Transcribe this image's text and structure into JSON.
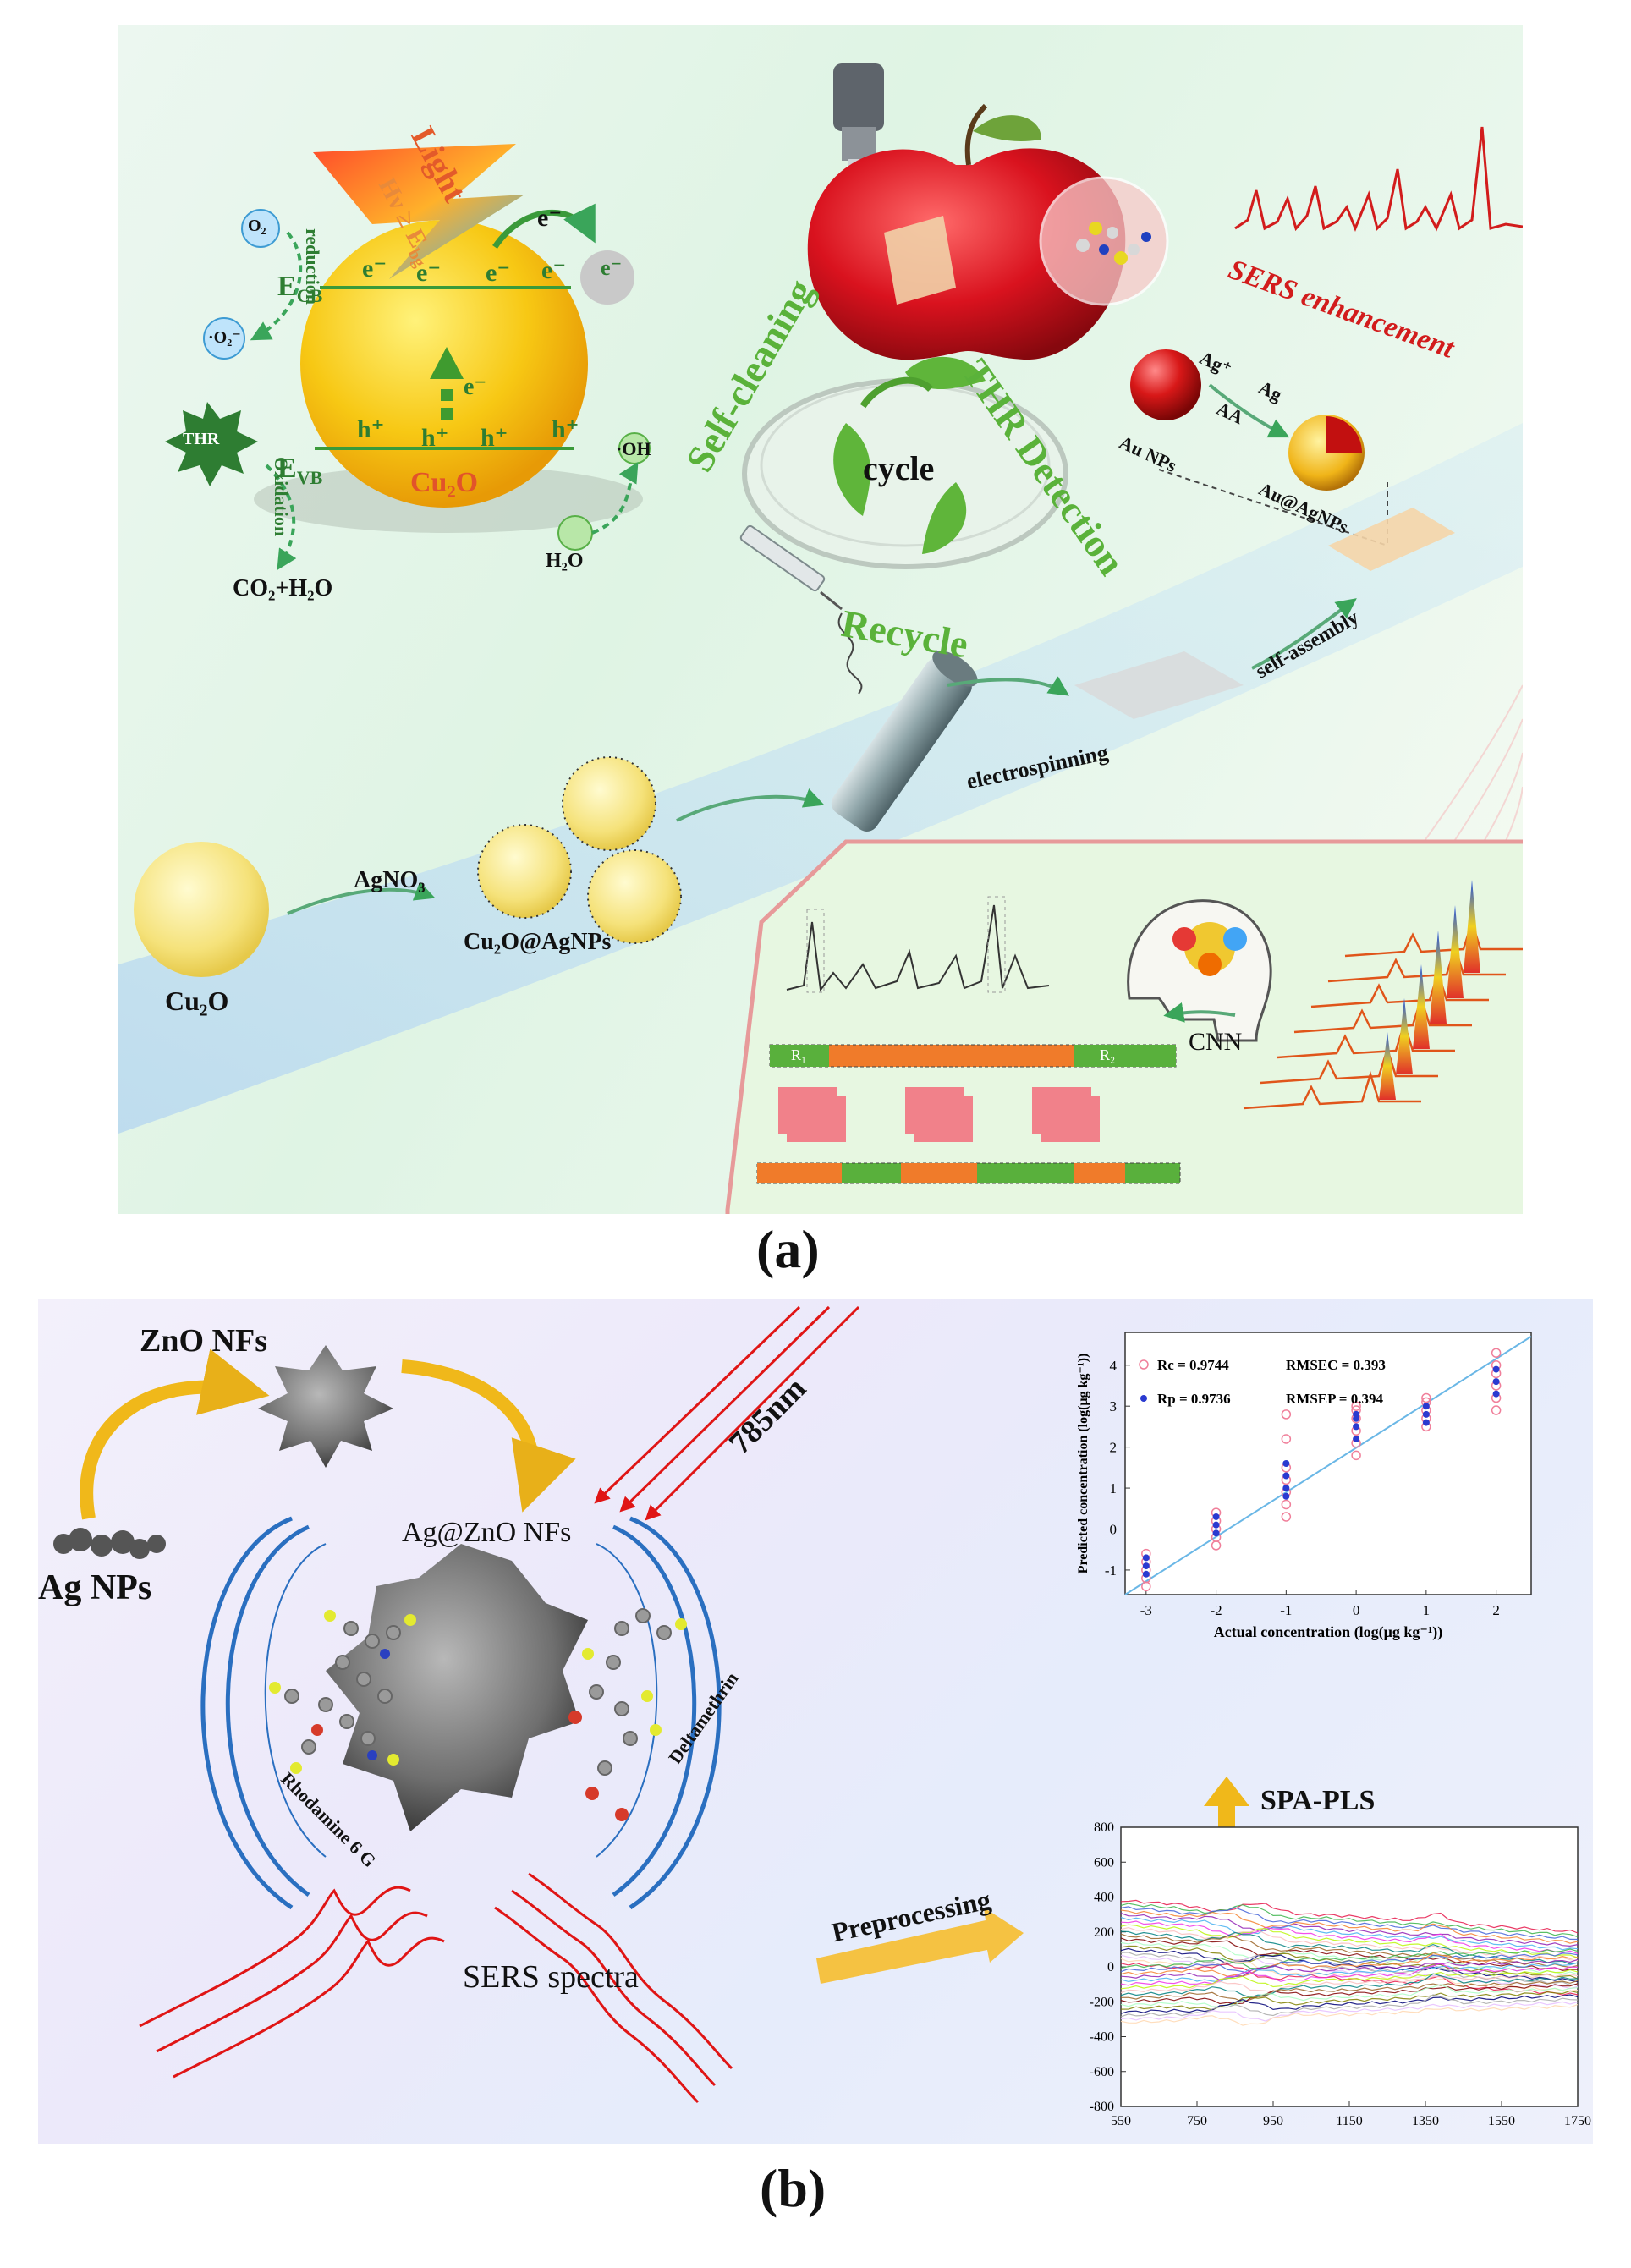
{
  "panel_a": {
    "light": "Light",
    "hv_eg": "Hν ≥ E",
    "hv_eg_sub": "bg",
    "electron_top": "e⁻",
    "o2": "O₂",
    "reduction": "reduction",
    "o2_radical": "·O₂⁻",
    "ecb": "E",
    "ecb_sub": "CB",
    "evb": "E",
    "evb_sub": "VB",
    "electron": "e⁻",
    "hole": "h⁺",
    "thr": "THR",
    "oxidation": "Oxidation",
    "co2_h2o": "CO₂+H₂O",
    "cu2o_center": "Cu₂O",
    "oh_radical": "·OH",
    "h2o": "H₂O",
    "self_cleaning": "Self-cleaning",
    "thr_detection": "THR Detection",
    "cycle": "cycle",
    "recycle": "Recycle",
    "sers_enhancement": "SERS enhancement",
    "ag_plus": "Ag⁺",
    "aa": "AA",
    "ag": "Ag",
    "au_nps": "Au NPs",
    "au_agnps": "Au@AgNPs",
    "self_assembly": "self-assembly",
    "electrospinning": "electrospinning",
    "agno3": "AgNO₃",
    "cu2o_agnps": "Cu₂O@AgNPs",
    "cu2o_bottom": "Cu₂O",
    "cnn": "CNN",
    "r1": "R₁",
    "r2": "R₂"
  },
  "caption_a": "(a)",
  "panel_b": {
    "zno_nfs": "ZnO NFs",
    "ag_nps": "Ag NPs",
    "ag_zno_nfs": "Ag@ZnO NFs",
    "wavelength": "785nm",
    "rhodamine": "Rhodamine 6 G",
    "deltamethrin": "Deltamethrin",
    "sers_spectra": "SERS spectra",
    "preprocessing": "Preprocessing",
    "spa_pls": "SPA-PLS"
  },
  "caption_b": "(b)",
  "chart_data": [
    {
      "type": "scatter",
      "xlabel": "Actual concentration (log(μg kg⁻¹))",
      "ylabel": "Predicted concentration (log(μg kg⁻¹))",
      "xlim": [
        -3.3,
        2.5
      ],
      "ylim": [
        -1.6,
        4.8
      ],
      "xticks": [
        "-3",
        "-2",
        "-1",
        "0",
        "1",
        "2"
      ],
      "yticks": [
        "-1",
        "0",
        "1",
        "2",
        "3",
        "4"
      ],
      "legend": [
        "Rc = 0.9744",
        "RMSEC = 0.393",
        "Rp = 0.9736",
        "RMSEP = 0.394"
      ],
      "series": [
        {
          "name": "Rc",
          "x": [
            -3,
            -3,
            -3,
            -3,
            -3,
            -2,
            -2,
            -2,
            -2,
            -2,
            -1,
            -1,
            -1,
            -1,
            -1,
            -1,
            -1,
            0,
            0,
            0,
            0,
            0,
            0,
            1,
            1,
            1,
            1,
            1,
            2,
            2,
            2,
            2,
            2,
            2
          ],
          "y": [
            -1.4,
            -1.2,
            -1.0,
            -0.8,
            -0.6,
            -0.4,
            -0.2,
            0.0,
            0.2,
            0.4,
            0.3,
            0.6,
            0.9,
            1.2,
            1.5,
            2.2,
            2.8,
            1.8,
            2.1,
            2.4,
            2.7,
            2.9,
            3.0,
            2.5,
            2.7,
            2.9,
            3.1,
            3.2,
            2.9,
            3.2,
            3.5,
            3.8,
            4.0,
            4.3
          ]
        },
        {
          "name": "Rp",
          "x": [
            -3,
            -3,
            -3,
            -2,
            -2,
            -2,
            -1,
            -1,
            -1,
            -1,
            0,
            0,
            0,
            0,
            1,
            1,
            1,
            2,
            2,
            2
          ],
          "y": [
            -1.1,
            -0.9,
            -0.7,
            -0.1,
            0.1,
            0.3,
            0.8,
            1.0,
            1.3,
            1.6,
            2.2,
            2.5,
            2.7,
            2.8,
            2.6,
            2.8,
            3.0,
            3.3,
            3.6,
            3.9
          ]
        }
      ]
    },
    {
      "type": "line",
      "x": [
        550,
        750,
        950,
        1150,
        1350,
        1550,
        1750
      ],
      "xlim": [
        550,
        1750
      ],
      "ylim": [
        -800,
        800
      ],
      "xticks": [
        "550",
        "750",
        "950",
        "1150",
        "1350",
        "1550",
        "1750"
      ],
      "yticks": [
        "800",
        "600",
        "400",
        "200",
        "0",
        "-200",
        "-400",
        "-600",
        "-800"
      ]
    }
  ]
}
